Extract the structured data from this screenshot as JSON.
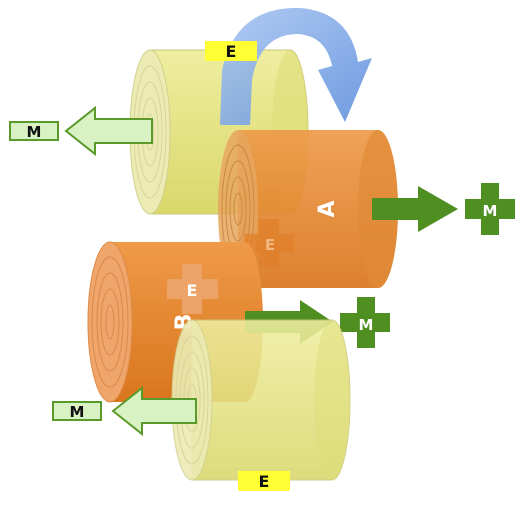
{
  "labels": {
    "top_tag": "E",
    "bottom_tag": "E",
    "cylinder_a": "A",
    "cylinder_b": "B",
    "plus_a": "E",
    "plus_b": "E",
    "minus_top": "M",
    "minus_bottom": "M",
    "plus_right_top": "M",
    "plus_right_mid": "M"
  },
  "colors": {
    "yellow_body": "#e6e57f",
    "yellow_end": "#ecebb0",
    "orange_body": "#e9892e",
    "orange_end": "#f0a56a",
    "dark_orange": "#de7419",
    "green": "#4f8f22",
    "light_green": "#d9f2c4",
    "tag_yellow": "#ffff33",
    "blue_arrow": "#7ba3e3"
  }
}
